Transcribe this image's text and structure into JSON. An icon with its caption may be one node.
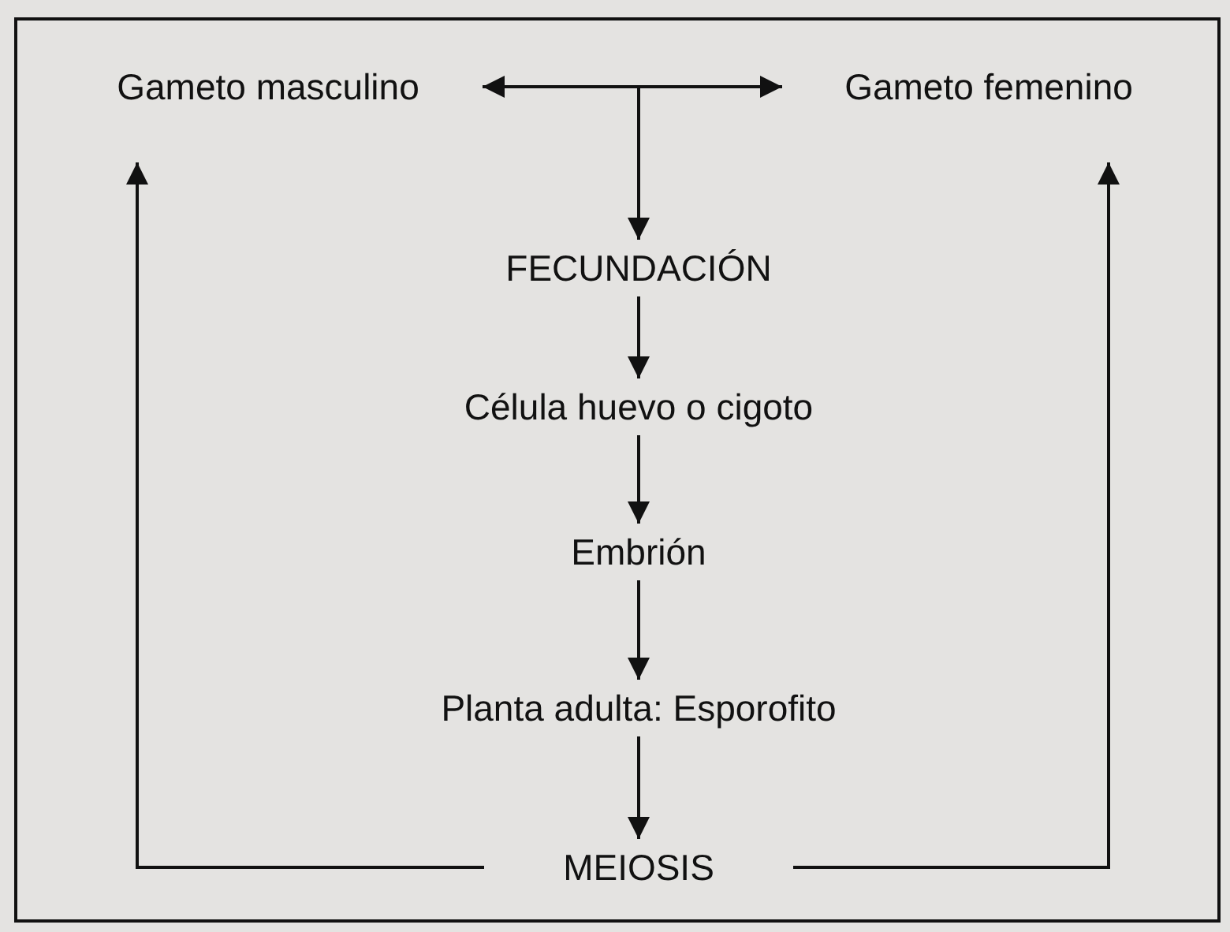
{
  "diagram": {
    "nodes": [
      {
        "text": [
          "Gameto masculino"
        ]
      },
      {
        "text": [
          "Gameto femenino"
        ]
      },
      {
        "text": [
          "FECUNDACIÓN"
        ]
      },
      {
        "text": [
          "Célula huevo o cigoto"
        ]
      },
      {
        "text": [
          "Embrión"
        ]
      },
      {
        "text": [
          "Planta adulta: Esporofito"
        ]
      },
      {
        "text": [
          "MEIOSIS"
        ]
      }
    ],
    "edges": [
      {
        "from": 0,
        "to": 1,
        "arrow": "both"
      },
      {
        "from": null,
        "to": 2,
        "arrow": "to"
      },
      {
        "from": 2,
        "to": 3,
        "arrow": "to"
      },
      {
        "from": 3,
        "to": 4,
        "arrow": "to"
      },
      {
        "from": 4,
        "to": 5,
        "arrow": "to"
      },
      {
        "from": 5,
        "to": 6,
        "arrow": "to"
      },
      {
        "from": 6,
        "to": 0,
        "arrow": "to"
      },
      {
        "from": 6,
        "to": 1,
        "arrow": "to"
      }
    ]
  }
}
